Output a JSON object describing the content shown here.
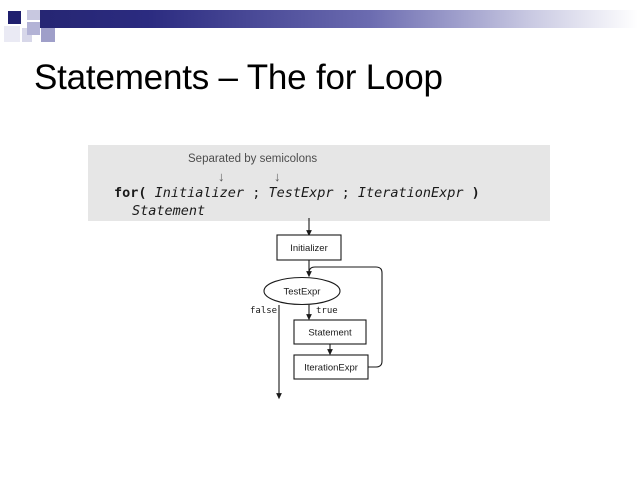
{
  "slide": {
    "title": "Statements – The for Loop",
    "background_color": "#ffffff",
    "accent_color": "#1f1f6e"
  },
  "decoration": {
    "band_name": "title-accent-band",
    "squares": [
      "dark-square",
      "mid-square-a",
      "mid-square-b",
      "mid-square-c",
      "light-square-a",
      "light-square-b"
    ]
  },
  "syntax_box": {
    "background_color": "#e6e6e6",
    "note": "Separated by semicolons",
    "arrow_glyph": "↓",
    "code": {
      "keyword": "for(",
      "initializer": "Initializer",
      "separator_1": " ; ",
      "test_expr": "TestExpr",
      "separator_2": " ; ",
      "iteration_expr": "IterationExpr",
      "close_paren": " )",
      "body": "Statement"
    }
  },
  "flowchart": {
    "nodes": {
      "initializer": "Initializer",
      "test_expr": "TestExpr",
      "statement": "Statement",
      "iteration_expr": "IterationExpr"
    },
    "edge_labels": {
      "false": "false",
      "true": "true"
    }
  }
}
